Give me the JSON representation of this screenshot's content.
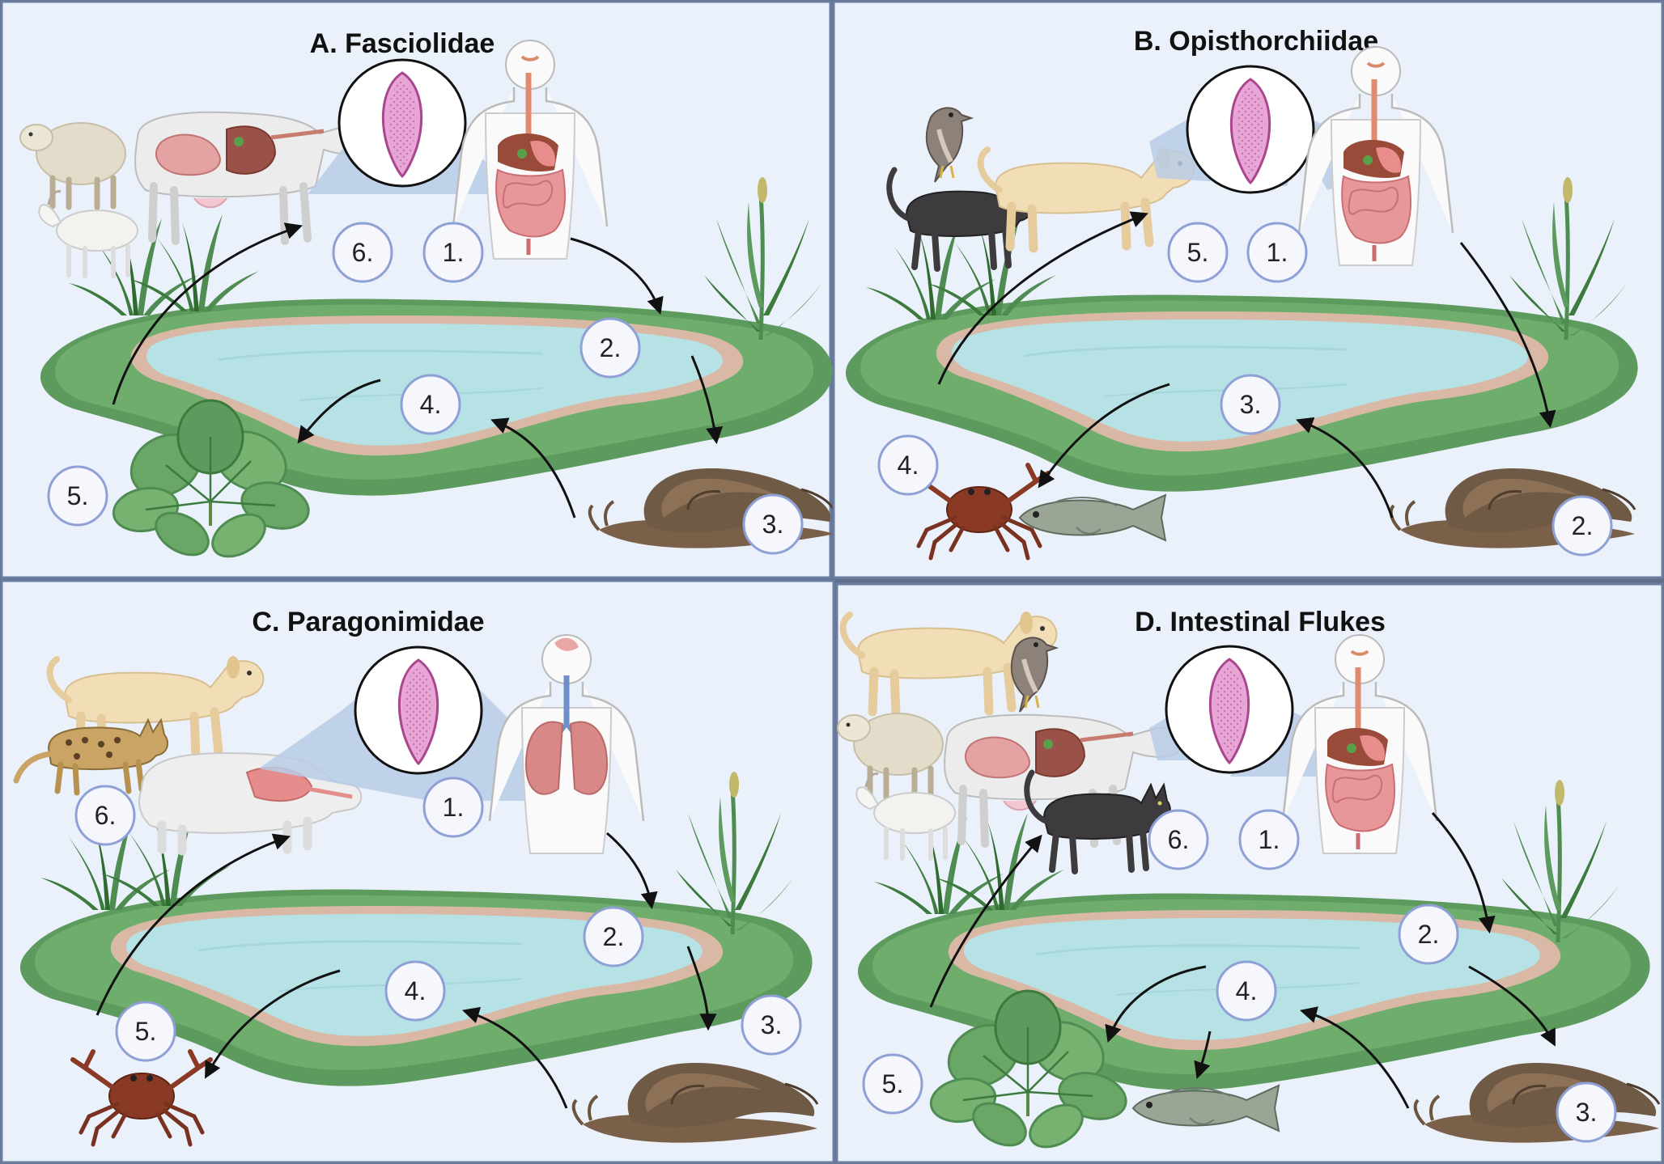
{
  "panels": [
    {
      "id": "A",
      "title": "A. Fasciolidae",
      "organ": "liver",
      "hosts": [
        "sheep",
        "goat",
        "cow"
      ],
      "second_host": "plant",
      "steps": [
        "1.",
        "2.",
        "3.",
        "4.",
        "5.",
        "6."
      ]
    },
    {
      "id": "B",
      "title": "B. Opisthorchiidae",
      "organ": "liver",
      "hosts": [
        "bird",
        "cat",
        "dog"
      ],
      "second_host": "crab-fish",
      "steps": [
        "1.",
        "2.",
        "3.",
        "4.",
        "5."
      ]
    },
    {
      "id": "C",
      "title": "C. Paragonimidae",
      "organ": "lungs",
      "hosts": [
        "dog",
        "leopard-cat",
        "pig"
      ],
      "second_host": "crab",
      "steps": [
        "1.",
        "2.",
        "3.",
        "4.",
        "5.",
        "6."
      ]
    },
    {
      "id": "D",
      "title": "D. Intestinal Flukes",
      "organ": "intestine",
      "hosts": [
        "dog",
        "bird",
        "sheep",
        "goat",
        "cow",
        "cat"
      ],
      "second_host": "plant-fish",
      "steps": [
        "1.",
        "2.",
        "3.",
        "4.",
        "5.",
        "6."
      ]
    }
  ],
  "colors": {
    "panel_bg": "#eaf1fb",
    "panel_border": "#6b7ea1",
    "water": "#b6e2e6",
    "shore": "#d9b8a6",
    "grass": "#6aa766",
    "grass_dark": "#4f8c52",
    "badge_border": "#8fa0d6",
    "fluke": "#e7a6d6",
    "snail": "#6f5a45"
  }
}
